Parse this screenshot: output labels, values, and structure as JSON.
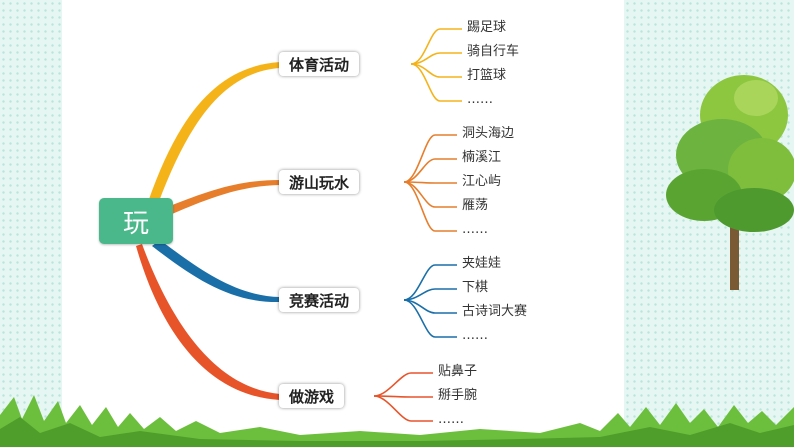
{
  "root": {
    "label": "玩"
  },
  "branches": [
    {
      "label": "体育活动",
      "color": "#f5b31a",
      "items": [
        "踢足球",
        "骑自行车",
        "打篮球",
        "……"
      ]
    },
    {
      "label": "游山玩水",
      "color": "#e67e2c",
      "items": [
        "洞头海边",
        "楠溪江",
        "江心屿",
        "雁荡",
        "……"
      ]
    },
    {
      "label": "竞赛活动",
      "color": "#1a6fa8",
      "items": [
        "夹娃娃",
        "下棋",
        "古诗词大赛",
        "……"
      ]
    },
    {
      "label": "做游戏",
      "color": "#e8542a",
      "items": [
        "贴鼻子",
        "掰手腕",
        "……"
      ]
    }
  ]
}
